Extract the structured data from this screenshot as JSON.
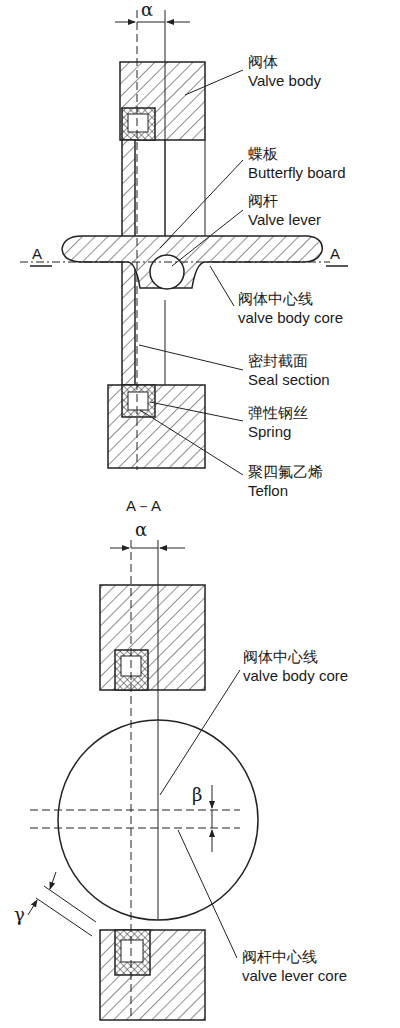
{
  "diagram": {
    "labels": [
      "α",
      "阀体",
      "Valve body",
      "蝶板",
      "Butterfly board",
      "阀杆",
      "Valve lever",
      "A",
      "A",
      "阀体中心线",
      "valve body core",
      "密封截面",
      "Seal section",
      "弹性钢丝",
      "Spring",
      "聚四氟乙烯",
      "Teflon",
      "A－A",
      "α",
      "阀体中心线",
      "valve body core",
      "β",
      "γ",
      "阀杆中心线",
      "valve lever core"
    ]
  }
}
